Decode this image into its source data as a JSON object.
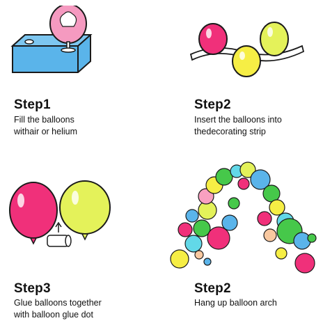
{
  "steps": [
    {
      "title": "Step1",
      "lines": [
        "Fill the balloons",
        "withair or helium"
      ],
      "illustration": "balloon-pump-icon"
    },
    {
      "title": "Step2",
      "lines": [
        "Insert the balloons into",
        " thedecorating strip"
      ],
      "illustration": "balloon-strip-icon"
    },
    {
      "title": "Step3",
      "lines": [
        "Glue balloons together",
        "with balloon glue dot"
      ],
      "illustration": "glue-dot-balloons-icon"
    },
    {
      "title": "Step2",
      "lines": [
        "Hang up balloon arch"
      ],
      "illustration": "balloon-arch-icon"
    }
  ],
  "colors": {
    "pink": "#f0307a",
    "lime": "#e4f25a",
    "yellow": "#f6ee45",
    "blue": "#5ab4ea",
    "green": "#46c84a",
    "cyan": "#62d8e8",
    "light_pink": "#f8a0c0",
    "peach": "#f8c8a0"
  }
}
